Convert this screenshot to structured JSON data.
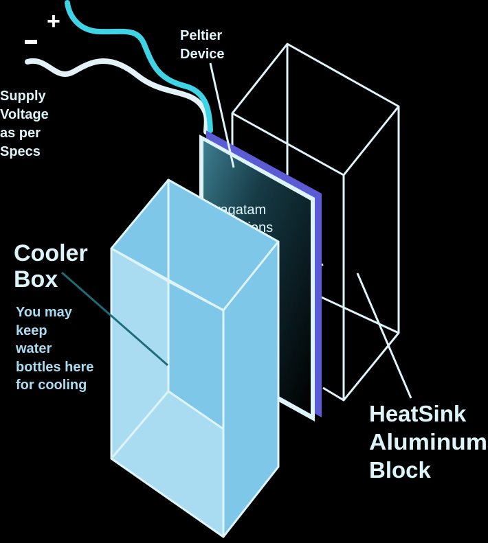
{
  "diagram": {
    "symbols": {
      "plus": "+",
      "minus": "-"
    },
    "supply_label": [
      "Supply",
      "Voltage",
      "as per",
      "Specs"
    ],
    "peltier_label": [
      "Peltier",
      "Device"
    ],
    "watermark": [
      "swagatam",
      "innovations"
    ],
    "cooler_title": [
      "Cooler",
      "Box"
    ],
    "cooler_note": [
      "You may",
      "keep",
      "water",
      "bottles here",
      "for cooling"
    ],
    "heatsink_label": [
      "HeatSink",
      "Aluminum",
      "Block"
    ]
  },
  "colors": {
    "background": "#000000",
    "positive_wire": "#3FD3E6",
    "negative_wire": "#E2F2F8",
    "outline": "#DDF4FB",
    "label_text": "#DDF4FB",
    "peltier_edge": "#5B5BD6",
    "cooler_fill": "#7FC7E8",
    "cooler_fill_light": "#A9DCF0",
    "pointer_dark": "#1E6C7A"
  }
}
